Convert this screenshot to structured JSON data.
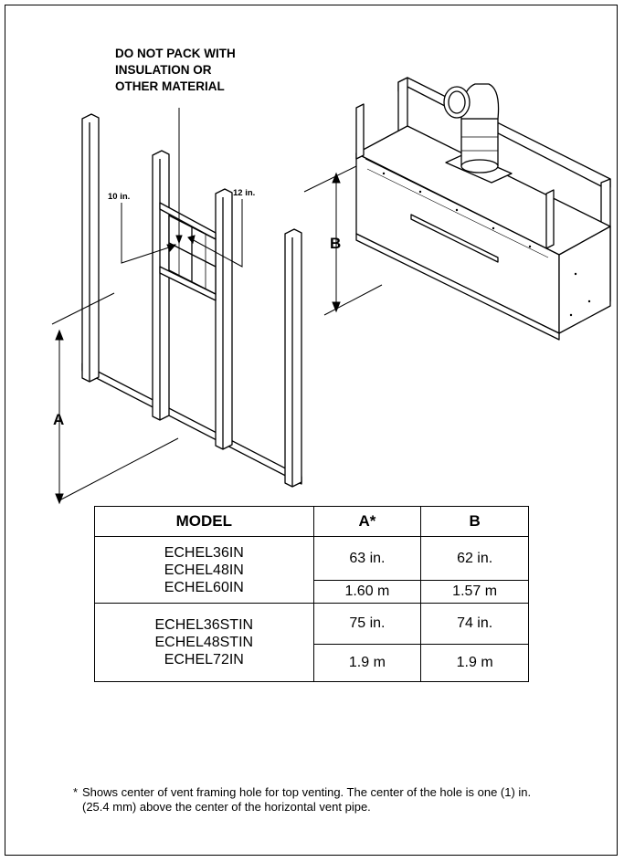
{
  "warning": {
    "line1": "DO NOT PACK WITH",
    "line2": "INSULATION OR",
    "line3": "OTHER MATERIAL"
  },
  "dimensions": {
    "hole_height": "10 in.",
    "hole_width": "12 in.",
    "label_a": "A",
    "label_b": "B"
  },
  "table": {
    "headers": [
      "MODEL",
      "A*",
      "B"
    ],
    "groups": [
      {
        "models": [
          "ECHEL36IN",
          "ECHEL48IN",
          "ECHEL60IN"
        ],
        "imperial": {
          "a": "63 in.",
          "b": "62 in."
        },
        "metric": {
          "a": "1.60 m",
          "b": "1.57 m"
        }
      },
      {
        "models": [
          "ECHEL36STIN",
          "ECHEL48STIN",
          "ECHEL72IN"
        ],
        "imperial": {
          "a": "75 in.",
          "b": "74 in."
        },
        "metric": {
          "a": "1.9 m",
          "b": "1.9 m"
        }
      }
    ]
  },
  "footnote": {
    "marker": "*",
    "text": "Shows center of vent framing hole for top venting. The center of the hole is one (1) in. (25.4 mm) above the center of the horizontal vent pipe."
  }
}
